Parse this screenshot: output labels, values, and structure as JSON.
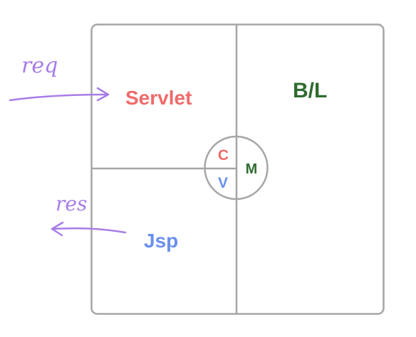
{
  "diagram": {
    "servlet_label": "Servlet",
    "jsp_label": "Jsp",
    "bl_label": "B/L",
    "controller_label": "C",
    "view_label": "V",
    "model_label": "M",
    "request_label": "req",
    "response_label": "res"
  },
  "colors": {
    "servlet": "#f06a6a",
    "jsp": "#6a90ee",
    "bl": "#2f6b2f",
    "model": "#2f6b2f",
    "arrows": "#a77de8",
    "outline": "#a6a6a6"
  }
}
